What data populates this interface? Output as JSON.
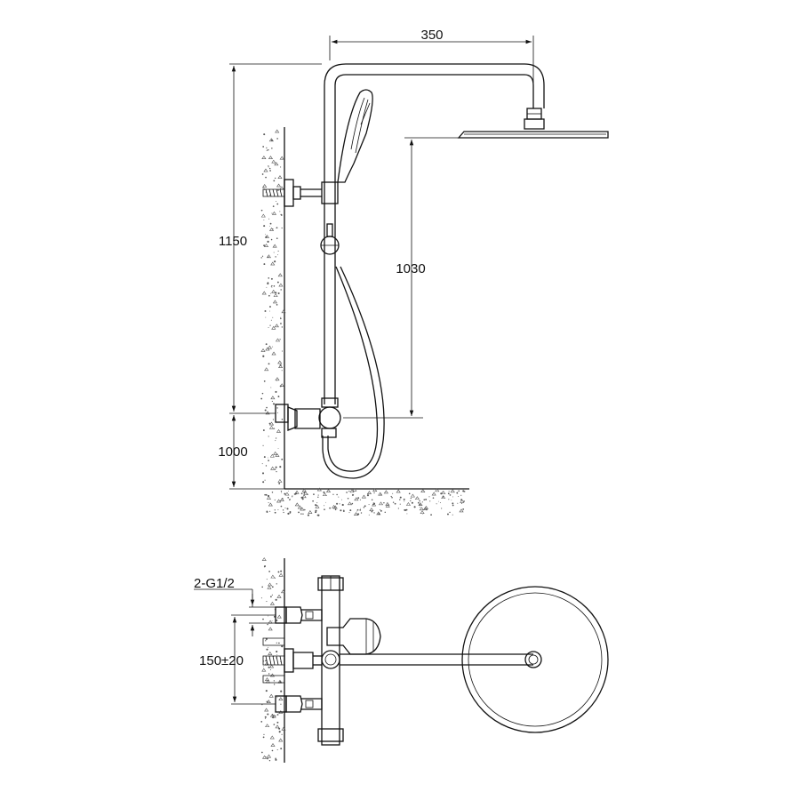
{
  "dimensions": {
    "arm_width": "350",
    "total_height": "1150",
    "head_height": "1030",
    "valve_height": "1000",
    "thread": "2-G1/2",
    "inlet_spacing": "150±20"
  },
  "colors": {
    "line": "#111111",
    "background": "#ffffff",
    "wall_speckle": "#555555"
  }
}
